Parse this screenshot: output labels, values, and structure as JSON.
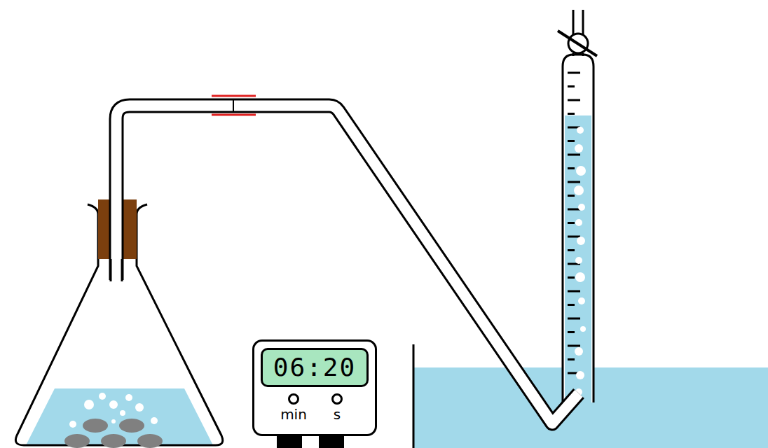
{
  "diagram": {
    "nodes": [
      {
        "text": [
          "06:20",
          "min",
          "s"
        ]
      }
    ]
  }
}
